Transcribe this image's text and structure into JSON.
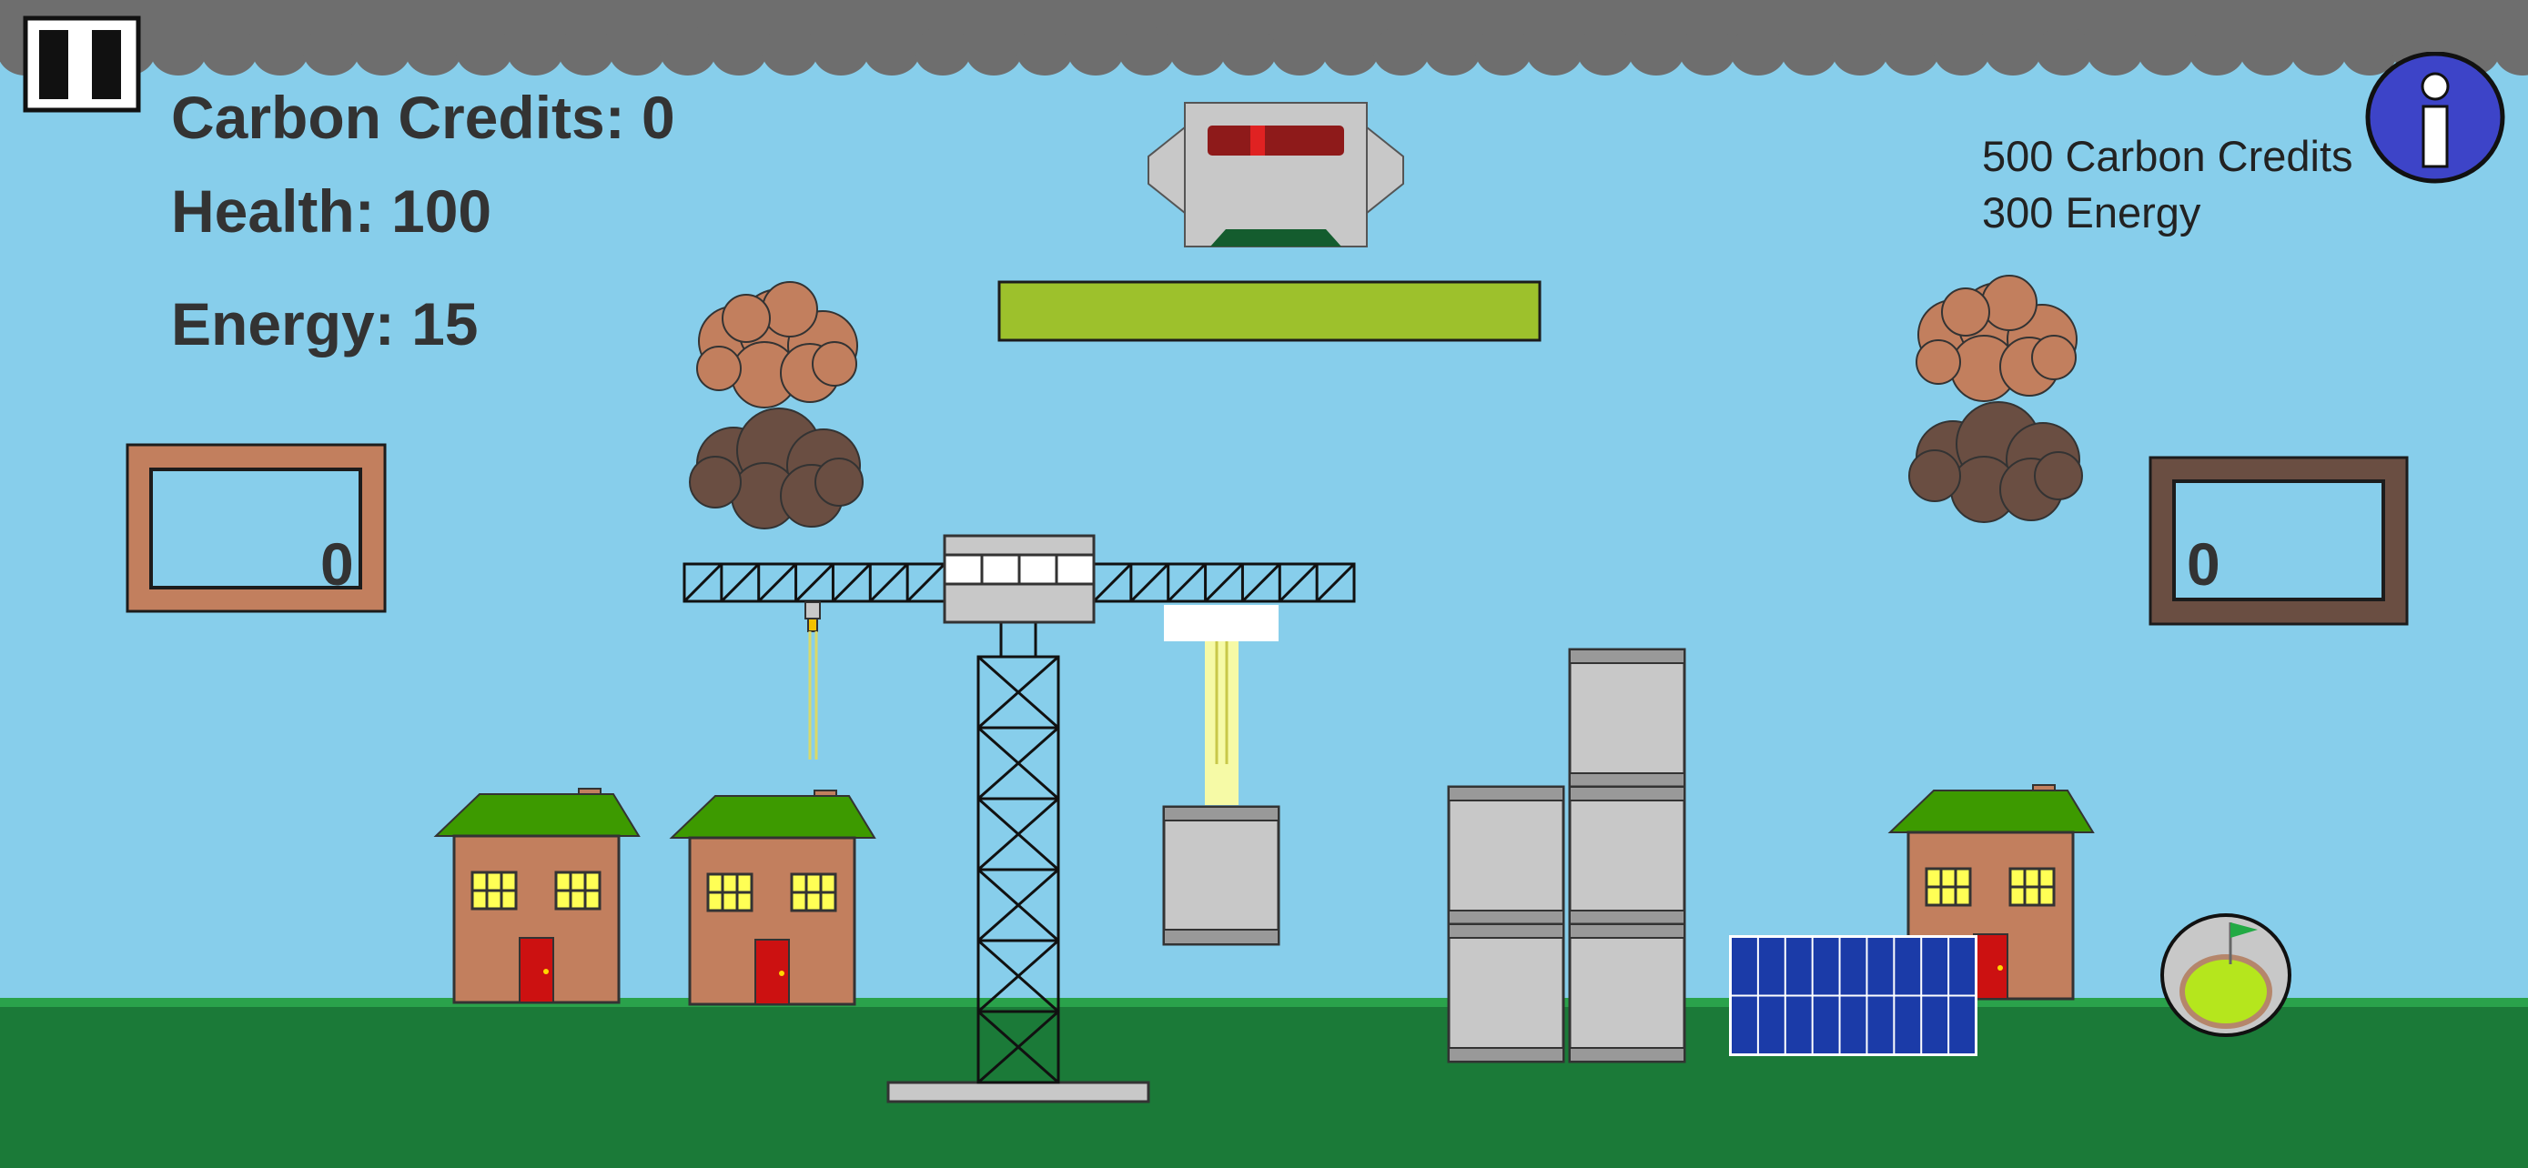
{
  "stats": {
    "carbon_credits_label": "Carbon Credits: 0",
    "health_label": "Health: 100",
    "energy_label": "Energy: 15"
  },
  "cost": {
    "credits": "500 Carbon Credits",
    "energy": "300 Energy"
  },
  "counters": {
    "left_value": "0",
    "right_value": "0"
  },
  "icons": {
    "pause": "pause-icon",
    "info": "info-icon"
  },
  "colors": {
    "sky": "#87CEEB",
    "cloud_bar": "#6E6E6E",
    "grass": "#1B7A38",
    "grass_edge": "#2AA24B",
    "light_pollution": "#C27F5E",
    "dark_pollution": "#6A4E42",
    "health_bar": "#9DC12C",
    "roof": "#3D9A00",
    "house_wall": "#C27F5E",
    "door": "#CC1111",
    "window": "#FFFF55",
    "panel": "#1B3BA8",
    "crane": "#111111",
    "block": "#C8C8C8",
    "info_blue": "#3D44C8",
    "indicator_red": "#8E1A1A"
  }
}
